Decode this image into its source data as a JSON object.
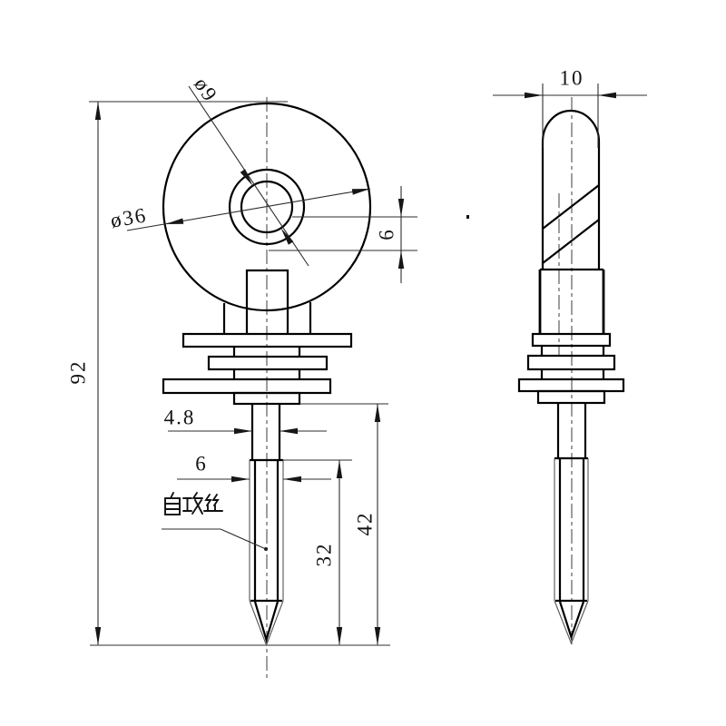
{
  "drawing": {
    "labels": {
      "thread_type": "自攻丝"
    },
    "front_view": {
      "overall_length": "92",
      "head_diameter": "ø36",
      "hole_diameter": "ø9",
      "hub_height": "6",
      "shank_diameter": "4.8",
      "thread_diameter": "6",
      "thread_length": "32",
      "screw_length": "42"
    },
    "side_view": {
      "head_width": "10"
    }
  }
}
